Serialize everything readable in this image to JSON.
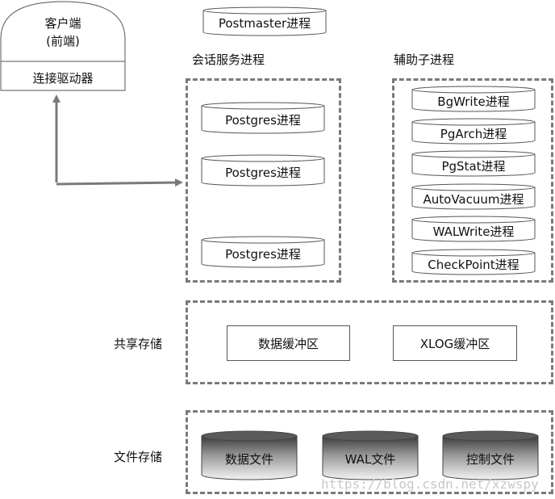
{
  "client": {
    "line1": "客户端",
    "line2": "(前端)",
    "driver": "连接驱动器"
  },
  "postmaster": "Postmaster进程",
  "session_section": {
    "title": "会话服务进程",
    "processes": [
      "Postgres进程",
      "Postgres进程",
      "Postgres进程"
    ]
  },
  "aux_section": {
    "title": "辅助子进程",
    "processes": [
      "BgWrite进程",
      "PgArch进程",
      "PgStat进程",
      "AutoVacuum进程",
      "WALWrite进程",
      "CheckPoint进程"
    ]
  },
  "shared_storage": {
    "label": "共享存储",
    "buffers": [
      "数据缓冲区",
      "XLOG缓冲区"
    ]
  },
  "file_storage": {
    "label": "文件存储",
    "files": [
      "数据文件",
      "WAL文件",
      "控制文件"
    ]
  },
  "watermark": "https://blog.csdn.net/xzwspy"
}
